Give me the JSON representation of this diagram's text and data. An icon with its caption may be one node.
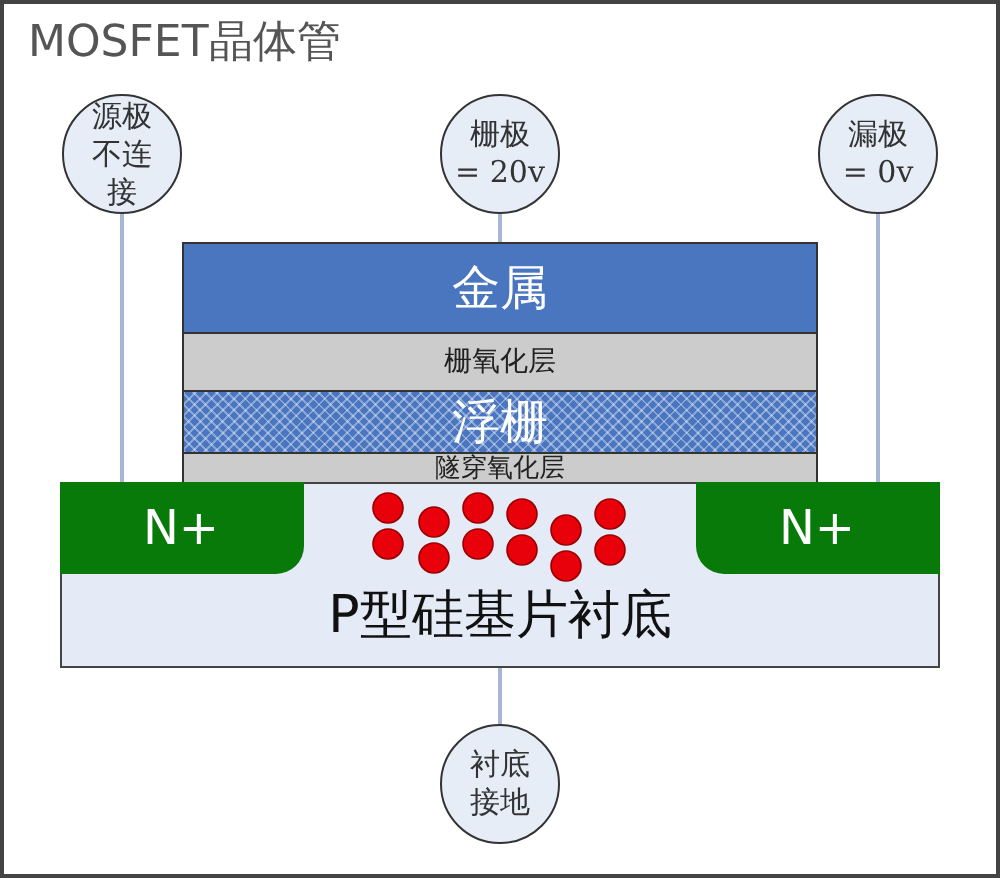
{
  "diagram": {
    "title": "MOSFET晶体管",
    "nodes": [
      {
        "text": [
          "源极不连接"
        ]
      },
      {
        "text": [
          "栅极 = 20v"
        ]
      },
      {
        "text": [
          "漏极 = 0v"
        ]
      },
      {
        "text": [
          "金属"
        ]
      },
      {
        "text": [
          "栅氧化层"
        ]
      },
      {
        "text": [
          "浮栅"
        ]
      },
      {
        "text": [
          "隧穿氧化层"
        ]
      },
      {
        "text": [
          "P型硅基片衬底"
        ]
      },
      {
        "text": [
          "N+"
        ],
        "in": 7
      },
      {
        "text": [
          "N+"
        ],
        "in": 7
      },
      {
        "text": [
          "衬底接地"
        ]
      }
    ],
    "edges": [
      {
        "from": 0,
        "to": 8,
        "arrow": "none"
      },
      {
        "from": 1,
        "to": 3,
        "arrow": "none"
      },
      {
        "from": 2,
        "to": 9,
        "arrow": "none"
      },
      {
        "from": 10,
        "to": 7,
        "arrow": "none"
      }
    ]
  }
}
